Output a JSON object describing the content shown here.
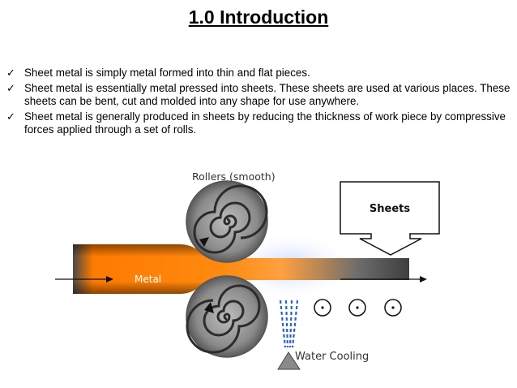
{
  "title": "1.0 Introduction",
  "bullets": [
    {
      "icon": "checkmark-icon",
      "text": "Sheet metal is simply metal formed into thin and flat pieces."
    },
    {
      "icon": "checkmark-icon",
      "text": "Sheet metal is essentially metal pressed into sheets. These sheets are used at various places. These sheets can be bent, cut and molded into any shape for use anywhere."
    },
    {
      "icon": "checkmark-icon",
      "text": "Sheet metal is generally produced in sheets by reducing the thickness of work piece by compressive forces applied through a set of rolls."
    }
  ],
  "diagram": {
    "rollers_label": "Rollers (smooth)",
    "sheets_label": "Sheets",
    "metal_label": "Metal",
    "water_label": "Water Cooling",
    "colors": {
      "metal_hot": "#ff7a00",
      "metal_dark": "#3c3c3c",
      "roller": "#7d7d7d",
      "water": "#2d5fc8"
    }
  }
}
